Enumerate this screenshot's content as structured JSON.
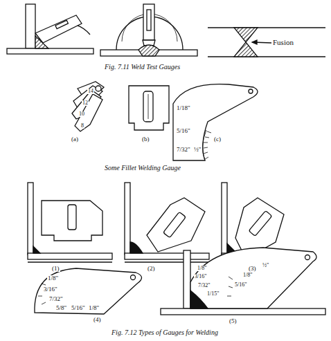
{
  "diagram": {
    "caption": "Fig. 7.12 Types of Gauges for Welding",
    "labels": [
      "Fusion",
      "Fig. 7.11 Weld Test Gauges",
      "14",
      "12",
      "10",
      "8",
      "(a)",
      "(b)",
      "(c)",
      "1/18\"",
      "5/16\"",
      "7/32\"",
      "½\"",
      "Some Fillet Welding Gauge",
      "(1)",
      "(2)",
      "(3)",
      "1/8\"",
      "3/16\"",
      "7/32\"",
      "5/8\"",
      "5/16\"",
      "1/8\"",
      "(4)",
      "1/8\"",
      "3/16\"",
      "7/32\"",
      "1/15\"",
      "5/16\"",
      "1/8\"",
      "½\"",
      "(5)"
    ]
  }
}
